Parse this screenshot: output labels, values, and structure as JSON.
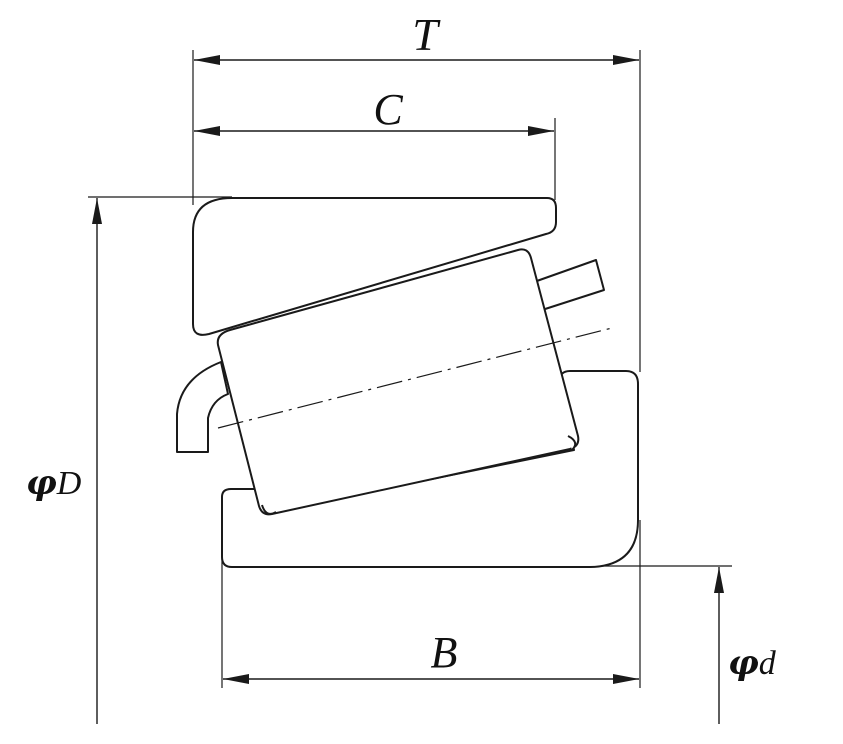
{
  "dimensions": {
    "T": "T",
    "C": "C",
    "B": "B",
    "D": {
      "symbol": "φ",
      "letter": "D"
    },
    "d": {
      "symbol": "φ",
      "letter": "d"
    }
  },
  "colors": {
    "line": "#1a1a1a",
    "background": "#ffffff"
  }
}
